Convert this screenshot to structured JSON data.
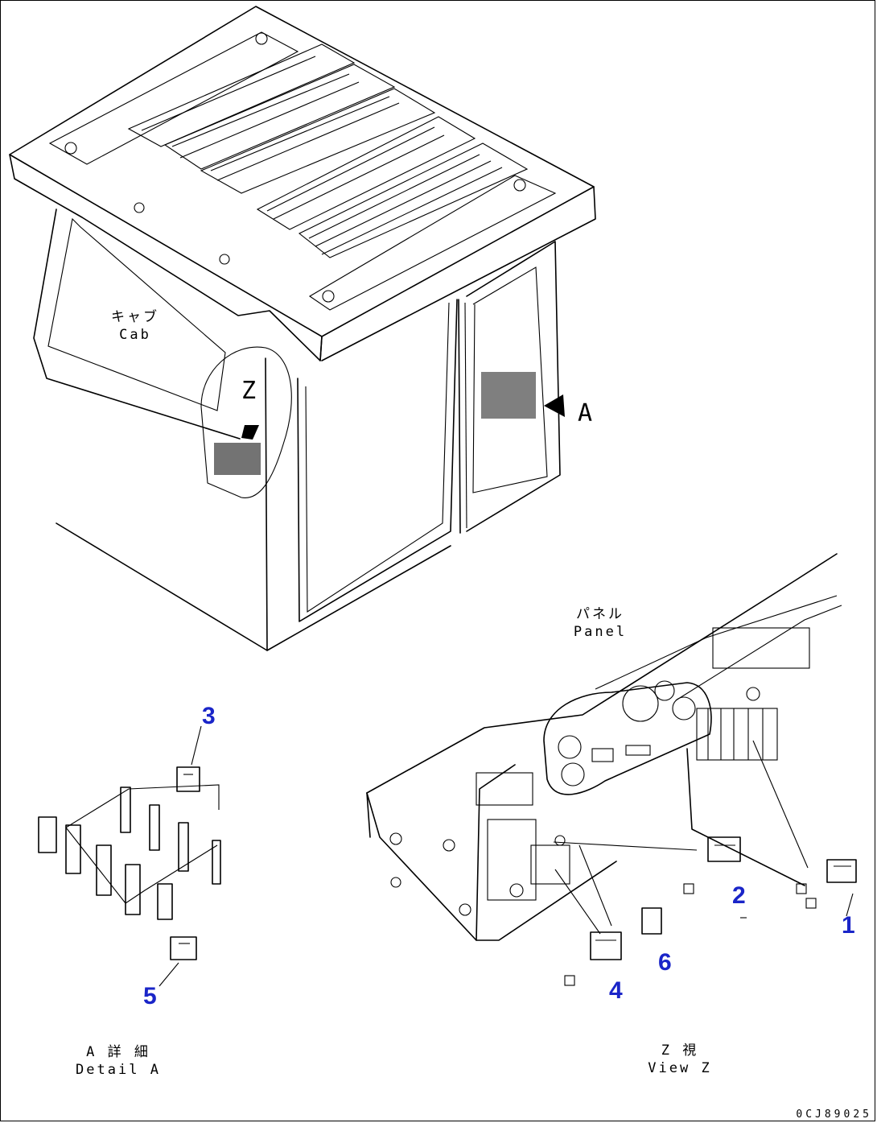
{
  "labels": {
    "cab_jp": "キャブ",
    "cab_en": "Cab",
    "panel_jp": "パネル",
    "panel_en": "Panel",
    "detail_jp": "A 詳 細",
    "detail_en": "Detail A",
    "view_jp": "Z 視",
    "view_en": "View Z",
    "view_marker_z": "Z",
    "view_marker_a": "A"
  },
  "callouts": [
    "1",
    "2",
    "3",
    "4",
    "5",
    "6"
  ],
  "drawing_code": "0CJ89025",
  "colors": {
    "callout": "#1a25c8",
    "line": "#000000"
  }
}
